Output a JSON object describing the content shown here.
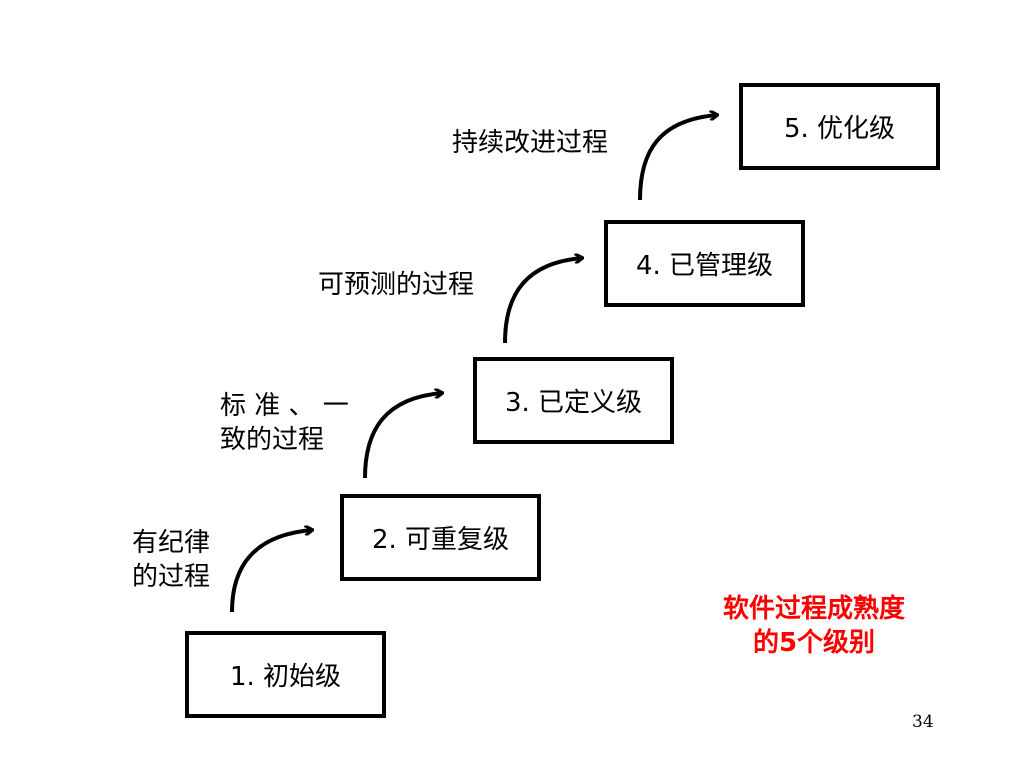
{
  "levels": [
    {
      "label": "1. 初始级"
    },
    {
      "label": "2. 可重复级"
    },
    {
      "label": "3. 已定义级"
    },
    {
      "label": "4. 已管理级"
    },
    {
      "label": "5. 优化级"
    }
  ],
  "transitions": [
    {
      "line1": "有纪律",
      "line2": "的过程"
    },
    {
      "line1": "标 准 、 一",
      "line2": "致的过程"
    },
    {
      "line1": "可预测的过程"
    },
    {
      "line1": "持续改进过程"
    }
  ],
  "caption": {
    "line1": "软件过程成熟度",
    "line2": "的5个级别"
  },
  "page_number": "34",
  "colors": {
    "caption": "#ff0000",
    "border": "#000000",
    "background": "#ffffff"
  }
}
